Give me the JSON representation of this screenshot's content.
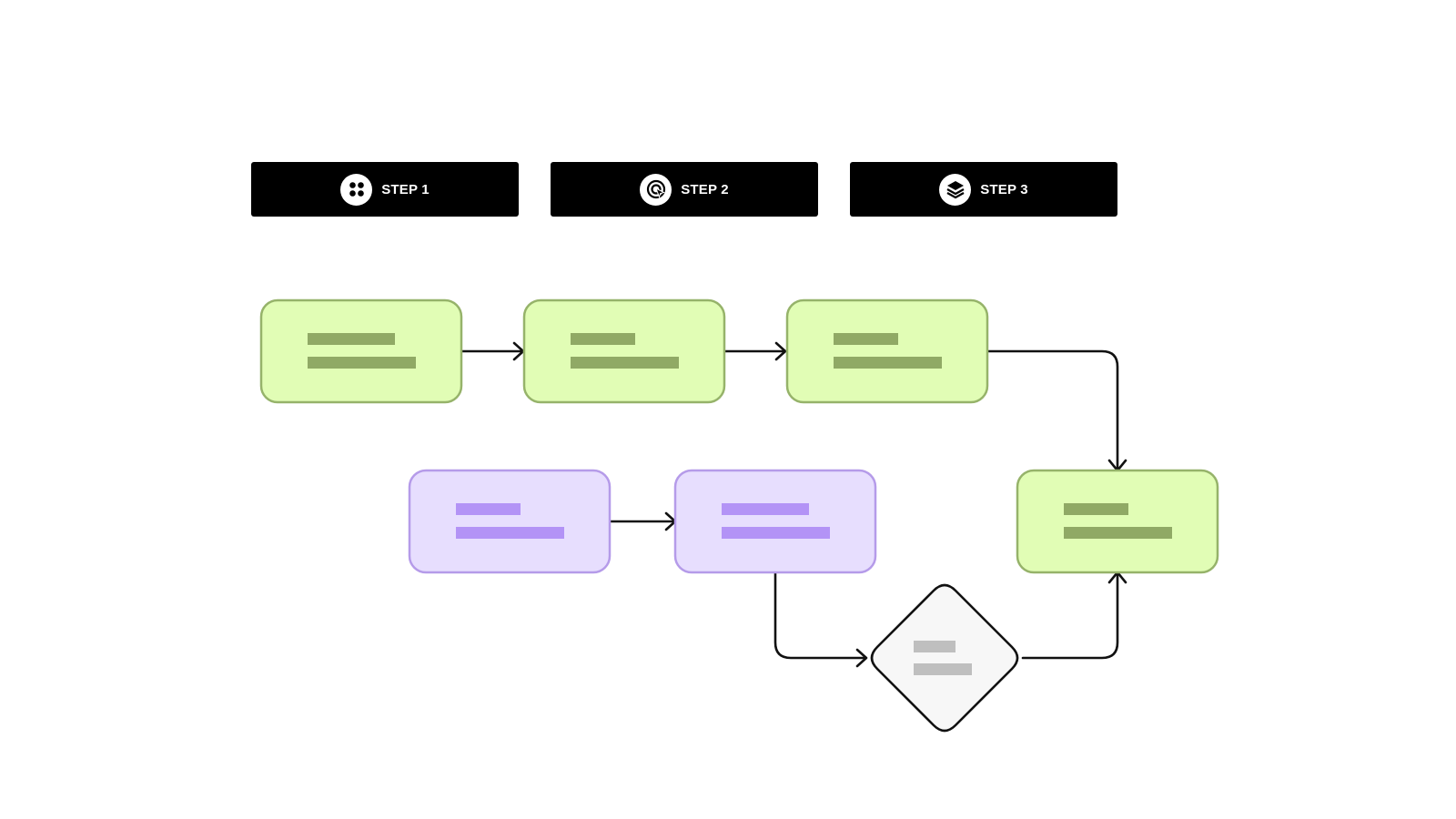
{
  "steps": [
    {
      "label": "STEP 1",
      "icon": "grid-dots-icon"
    },
    {
      "label": "STEP 2",
      "icon": "pointer-target-icon"
    },
    {
      "label": "STEP 3",
      "icon": "layers-icon"
    }
  ],
  "colors": {
    "header_bg": "#000000",
    "header_text": "#ffffff",
    "green_fill": "#e1fdb5",
    "green_border": "#96b36a",
    "green_bar": "#90a965",
    "purple_fill": "#e7defe",
    "purple_border": "#b59be9",
    "purple_bar": "#b393f6",
    "decision_fill": "#f7f7f7",
    "decision_border": "#111111",
    "decision_bar": "#bfbfbf",
    "connector": "#111111"
  },
  "nodes": [
    {
      "id": "green-1",
      "shape": "process",
      "color": "green"
    },
    {
      "id": "green-2",
      "shape": "process",
      "color": "green"
    },
    {
      "id": "green-3",
      "shape": "process",
      "color": "green"
    },
    {
      "id": "green-4",
      "shape": "process",
      "color": "green"
    },
    {
      "id": "purple-1",
      "shape": "process",
      "color": "purple"
    },
    {
      "id": "purple-2",
      "shape": "process",
      "color": "purple"
    },
    {
      "id": "decision-1",
      "shape": "decision",
      "color": "gray"
    }
  ],
  "edges": [
    {
      "from": "green-1",
      "to": "green-2"
    },
    {
      "from": "green-2",
      "to": "green-3"
    },
    {
      "from": "green-3",
      "to": "green-4"
    },
    {
      "from": "purple-1",
      "to": "purple-2"
    },
    {
      "from": "purple-2",
      "to": "decision-1"
    },
    {
      "from": "decision-1",
      "to": "green-4"
    }
  ]
}
